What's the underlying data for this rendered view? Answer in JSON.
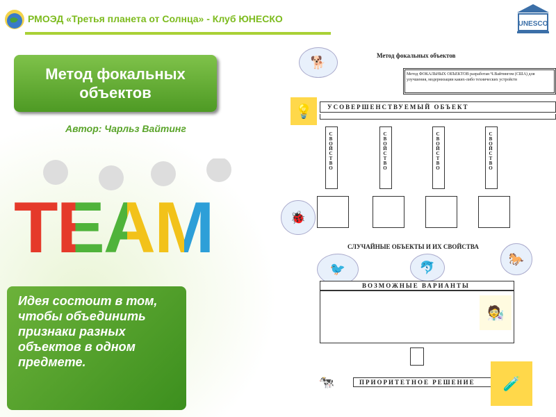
{
  "header": {
    "title": "РМОЭД «Третья планета от Солнца» - Клуб ЮНЕСКО",
    "unesco_logo": "UNESCO"
  },
  "slide": {
    "title": "Метод фокальных объектов",
    "author": "Автор: Чарльз Вайтинг",
    "team_letters": "TEAM",
    "idea": "Идея состоит в том, чтобы объединить признаки разных объектов в одном предмете."
  },
  "diagram": {
    "title": "Метод фокальных объектов",
    "description": "Метод ФОКАЛЬНЫХ ОБЪЕКТОВ разработан Ч.Вайтингом (США) для улучшения, модернизации каких-либо технических устройств",
    "improved_object": "УСОВЕРШЕНСТВУЕМЫЙ ОБЪЕКТ",
    "property": "СВОЙСТВО",
    "random_objects": "СЛУЧАЙНЫЕ ОБЪЕКТЫ И ИХ СВОЙСТВА",
    "variants": "ВОЗМОЖНЫЕ ВАРИАНТЫ",
    "priority": "ПРИОРИТЕТНОЕ РЕШЕНИЕ"
  }
}
